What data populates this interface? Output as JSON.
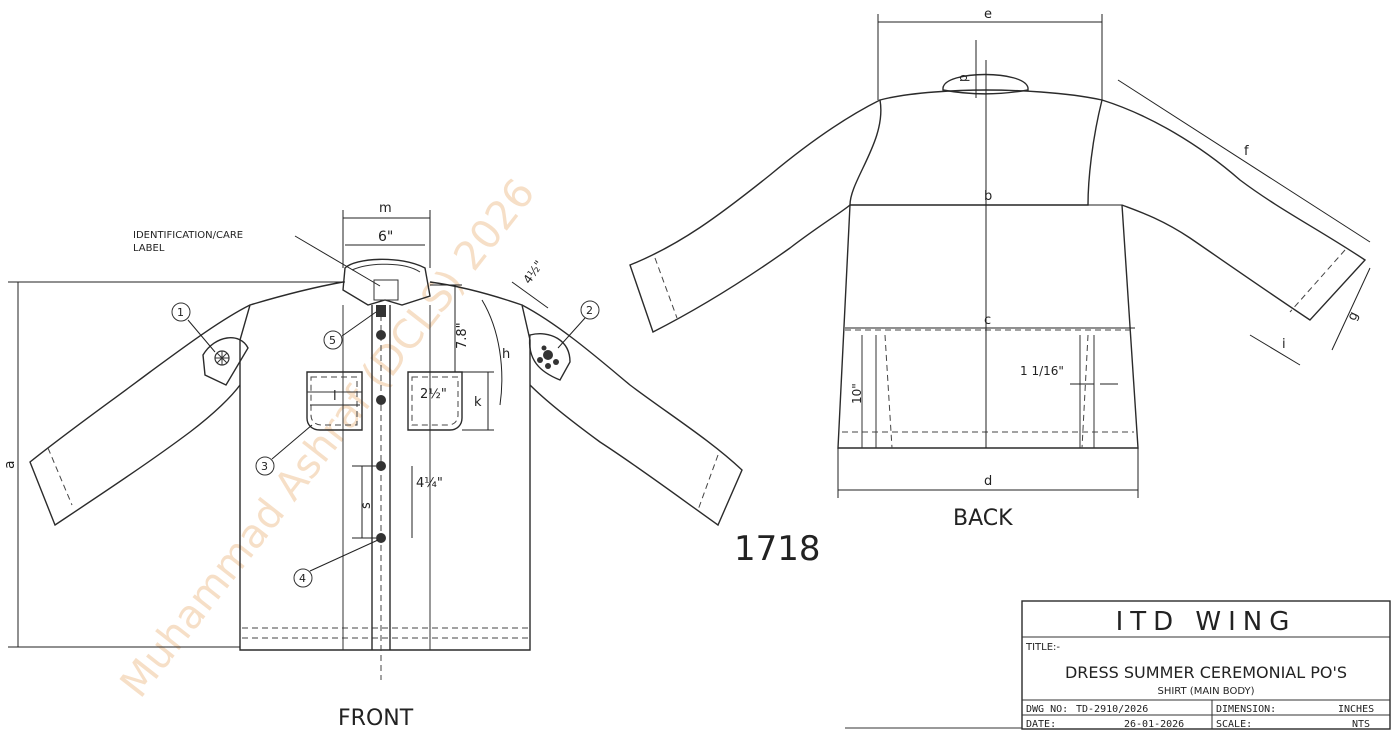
{
  "watermark": {
    "text": "Muhammad Ashraf (DCLS) 2026"
  },
  "drawing_number_large": "1718",
  "front": {
    "view_label": "FRONT",
    "callout_text": "IDENTIFICATION/CARE\nLABEL",
    "dims": {
      "a": "a",
      "m": "m",
      "collar_width": "6\"",
      "armhole_depth": "7.8\"",
      "shoulder": "4½\"",
      "h": "h",
      "pocket_l": "l",
      "pocket_height": "2½\"",
      "k": "k",
      "button_spacing": "4¼\"",
      "s": "s"
    },
    "markers": [
      "1",
      "2",
      "3",
      "4",
      "5"
    ]
  },
  "back": {
    "view_label": "BACK",
    "dims": {
      "e": "e",
      "p": "p",
      "b": "b",
      "c": "c",
      "d": "d",
      "pleat": "10\"",
      "hem": "1 1/16\"",
      "f": "f",
      "g": "g",
      "i": "i"
    }
  },
  "title_block": {
    "organization": "ITD WING",
    "title_label": "TITLE:-",
    "title": "DRESS SUMMER CEREMONIAL PO'S",
    "subtitle": "SHIRT (MAIN BODY)",
    "dwg_no_label": "DWG NO:",
    "dwg_no": "TD-2910/2026",
    "dimension_label": "DIMENSION:",
    "dimension": "INCHES",
    "date_label": "DATE:",
    "date": "26-01-2026",
    "scale_label": "SCALE:",
    "scale": "NTS"
  }
}
